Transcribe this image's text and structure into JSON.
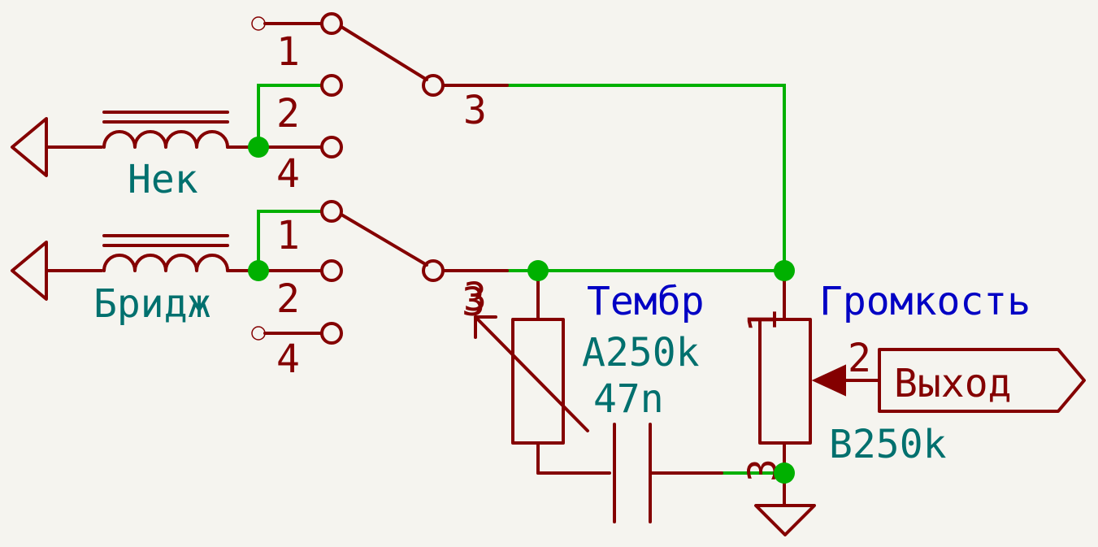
{
  "switch_top": {
    "pins": [
      "1",
      "2",
      "4",
      "3"
    ]
  },
  "switch_bottom": {
    "pins": [
      "1",
      "2",
      "4",
      "3"
    ]
  },
  "pickups": {
    "neck": "Нек",
    "bridge": "Бридж"
  },
  "tone": {
    "name": "Тембр",
    "value": "A250k",
    "pin": "3"
  },
  "capacitor": {
    "value": "47n"
  },
  "volume": {
    "name": "Громкость",
    "value": "B250k",
    "pin1": "1",
    "pin2": "2",
    "pin3": "3"
  },
  "output": {
    "label": "Выход"
  },
  "colors": {
    "component": "#840000",
    "wire": "#00b000",
    "reference": "#00706e",
    "name": "#0000c4",
    "background": "#f5f4ef"
  }
}
